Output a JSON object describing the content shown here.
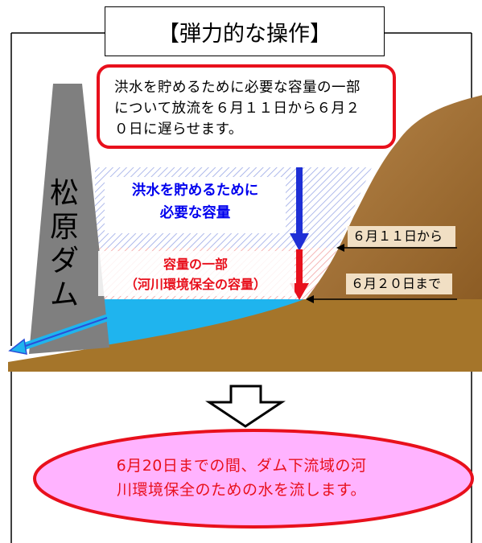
{
  "title": "【弾力的な操作】",
  "callout": {
    "lines": [
      "洪水を貯めるために必要な容量の一部",
      "について放流を６月１１日から６月２",
      "０日に遅らせます。"
    ]
  },
  "dam_name": [
    "松",
    "原",
    "ダ",
    "ム"
  ],
  "zone_flood": {
    "lines": [
      "洪水を貯めるために",
      "必要な容量"
    ]
  },
  "zone_part": {
    "lines": [
      "容量の一部",
      "（河川環境保全の容量）"
    ]
  },
  "tags": {
    "from_label": "６月１１日から",
    "until_label": "６月２０日まで"
  },
  "bottom_message": {
    "lines": [
      "6月20日までの間、ダム下流域の河",
      "川環境保全のための水を流します。"
    ]
  },
  "colors": {
    "accent_red": "#e8101c",
    "water_blue": "#1fb4ee",
    "ground_brown": "#a5752a",
    "mountain_brown": "#9b6a2c",
    "dam_gray": "#7f7f7f",
    "ellipse_fill": "#ffb3ff",
    "tag_fill": "#f1dfc4",
    "blue_arrow": "#1e2fd6"
  }
}
